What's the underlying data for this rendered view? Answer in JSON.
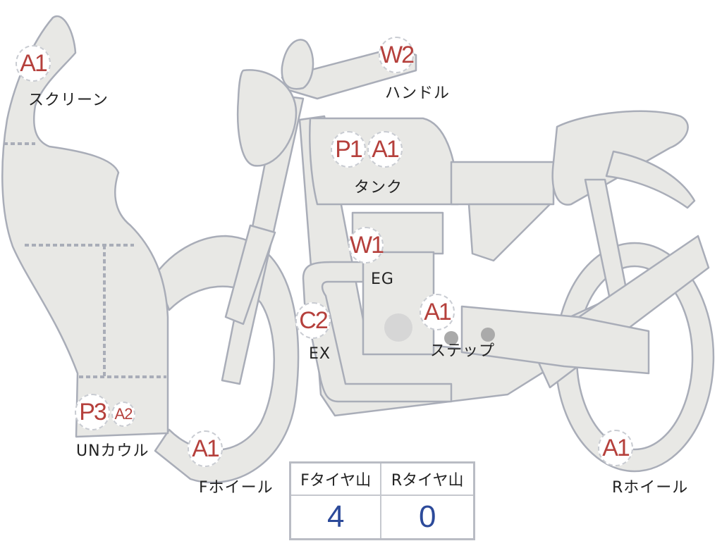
{
  "parts": [
    {
      "id": "screen",
      "label": "スクリーン",
      "codes": [
        "A1"
      ]
    },
    {
      "id": "handle",
      "label": "ハンドル",
      "codes": [
        "W2"
      ]
    },
    {
      "id": "tank",
      "label": "タンク",
      "codes": [
        "P1",
        "A1"
      ]
    },
    {
      "id": "engine",
      "label": "EG",
      "codes": [
        "W1"
      ]
    },
    {
      "id": "exhaust",
      "label": "EX",
      "codes": [
        "C2"
      ]
    },
    {
      "id": "step",
      "label": "ステップ",
      "codes": [
        "A1"
      ]
    },
    {
      "id": "under-cowl",
      "label": "UNカウル",
      "codes": [
        "P3",
        "A2"
      ]
    },
    {
      "id": "front-wheel",
      "label": "Fホイール",
      "codes": [
        "A1"
      ]
    },
    {
      "id": "rear-wheel",
      "label": "Rホイール",
      "codes": [
        "A1"
      ]
    }
  ],
  "tire_table": {
    "headers": [
      "Fタイヤ山",
      "Rタイヤ山"
    ],
    "values": [
      "4",
      "0"
    ]
  },
  "colors": {
    "code": "#b5403c",
    "value": "#2c4a9a",
    "body": "#e8e8e5",
    "outline": "#a9adb8"
  }
}
